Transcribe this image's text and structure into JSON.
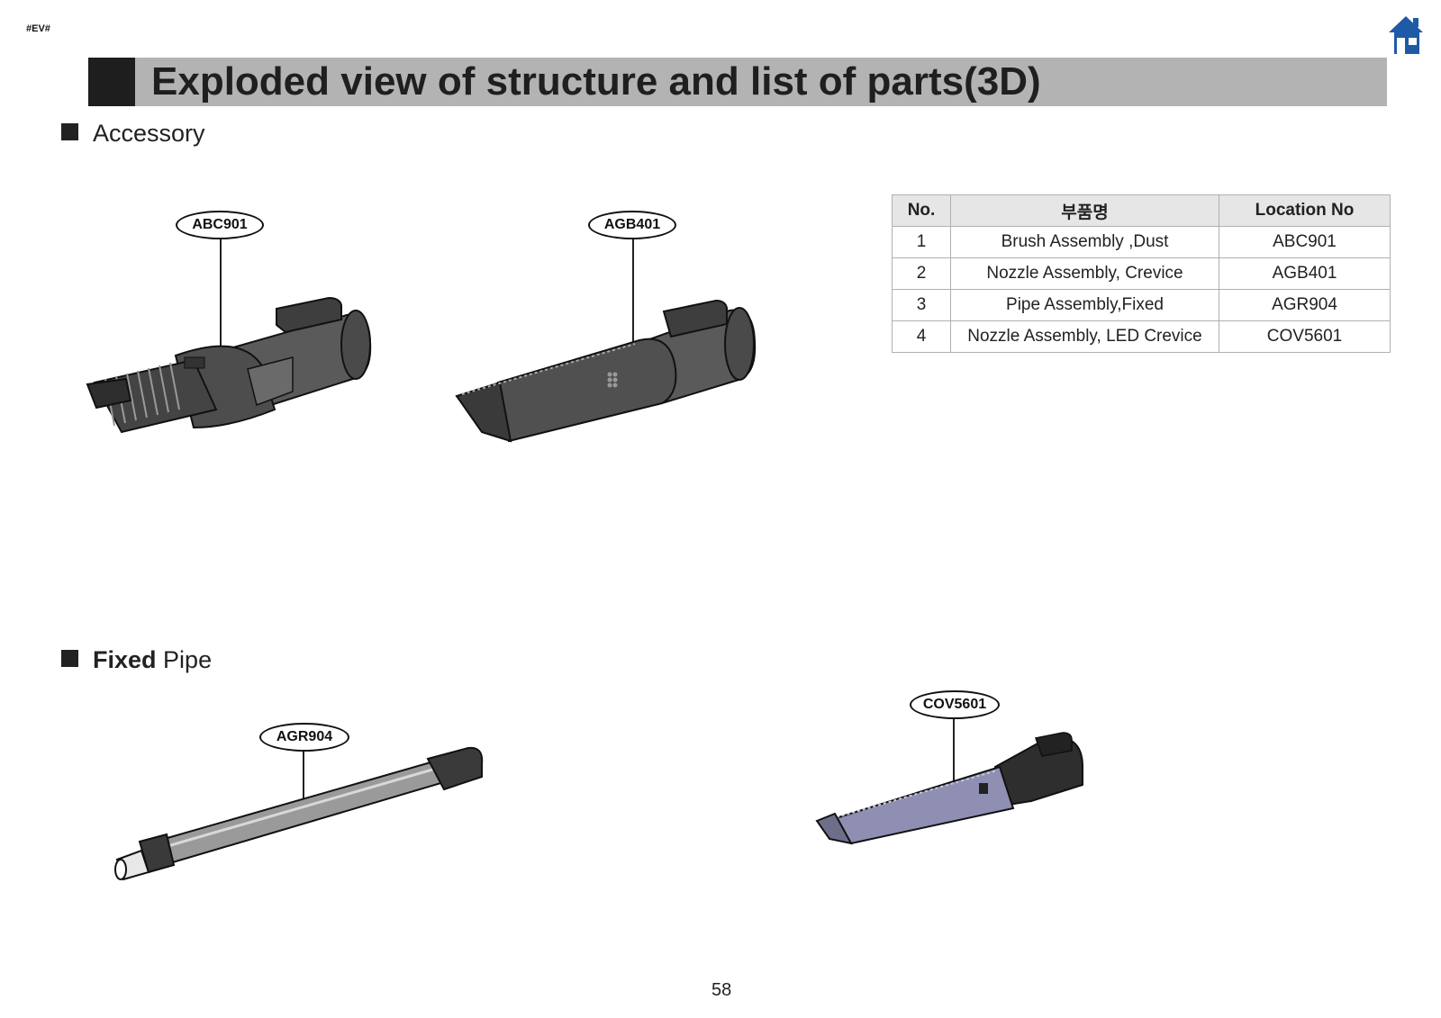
{
  "header": {
    "corner_tag": "#EV#",
    "title": "Exploded view of structure and list of parts(3D)",
    "home_icon": "home-icon"
  },
  "sections": {
    "accessory": {
      "title": "Accessory"
    },
    "fixed_pipe": {
      "title_bold": "Fixed",
      "title_rest": "Pipe"
    }
  },
  "parts": {
    "brush": {
      "code": "ABC901"
    },
    "crevice": {
      "code": "AGB401"
    },
    "pipe": {
      "code": "AGR904"
    },
    "led_crevice": {
      "code": "COV5601"
    }
  },
  "table": {
    "headers": [
      "No.",
      "부품명",
      "Location No"
    ],
    "rows": [
      {
        "no": "1",
        "name": "Brush Assembly ,Dust",
        "location": "ABC901"
      },
      {
        "no": "2",
        "name": "Nozzle Assembly, Crevice",
        "location": "AGB401"
      },
      {
        "no": "3",
        "name": "Pipe Assembly,Fixed",
        "location": "AGR904"
      },
      {
        "no": "4",
        "name": "Nozzle Assembly, LED Crevice",
        "location": "COV5601"
      }
    ]
  },
  "footer": {
    "page_number": "58"
  },
  "colors": {
    "title_bar": "#b3b3b3",
    "title_block": "#1e1e1e",
    "home_icon": "#1f5aa6",
    "part_body": "#5a5a5a",
    "led_nozzle": "#8f8fb3"
  }
}
